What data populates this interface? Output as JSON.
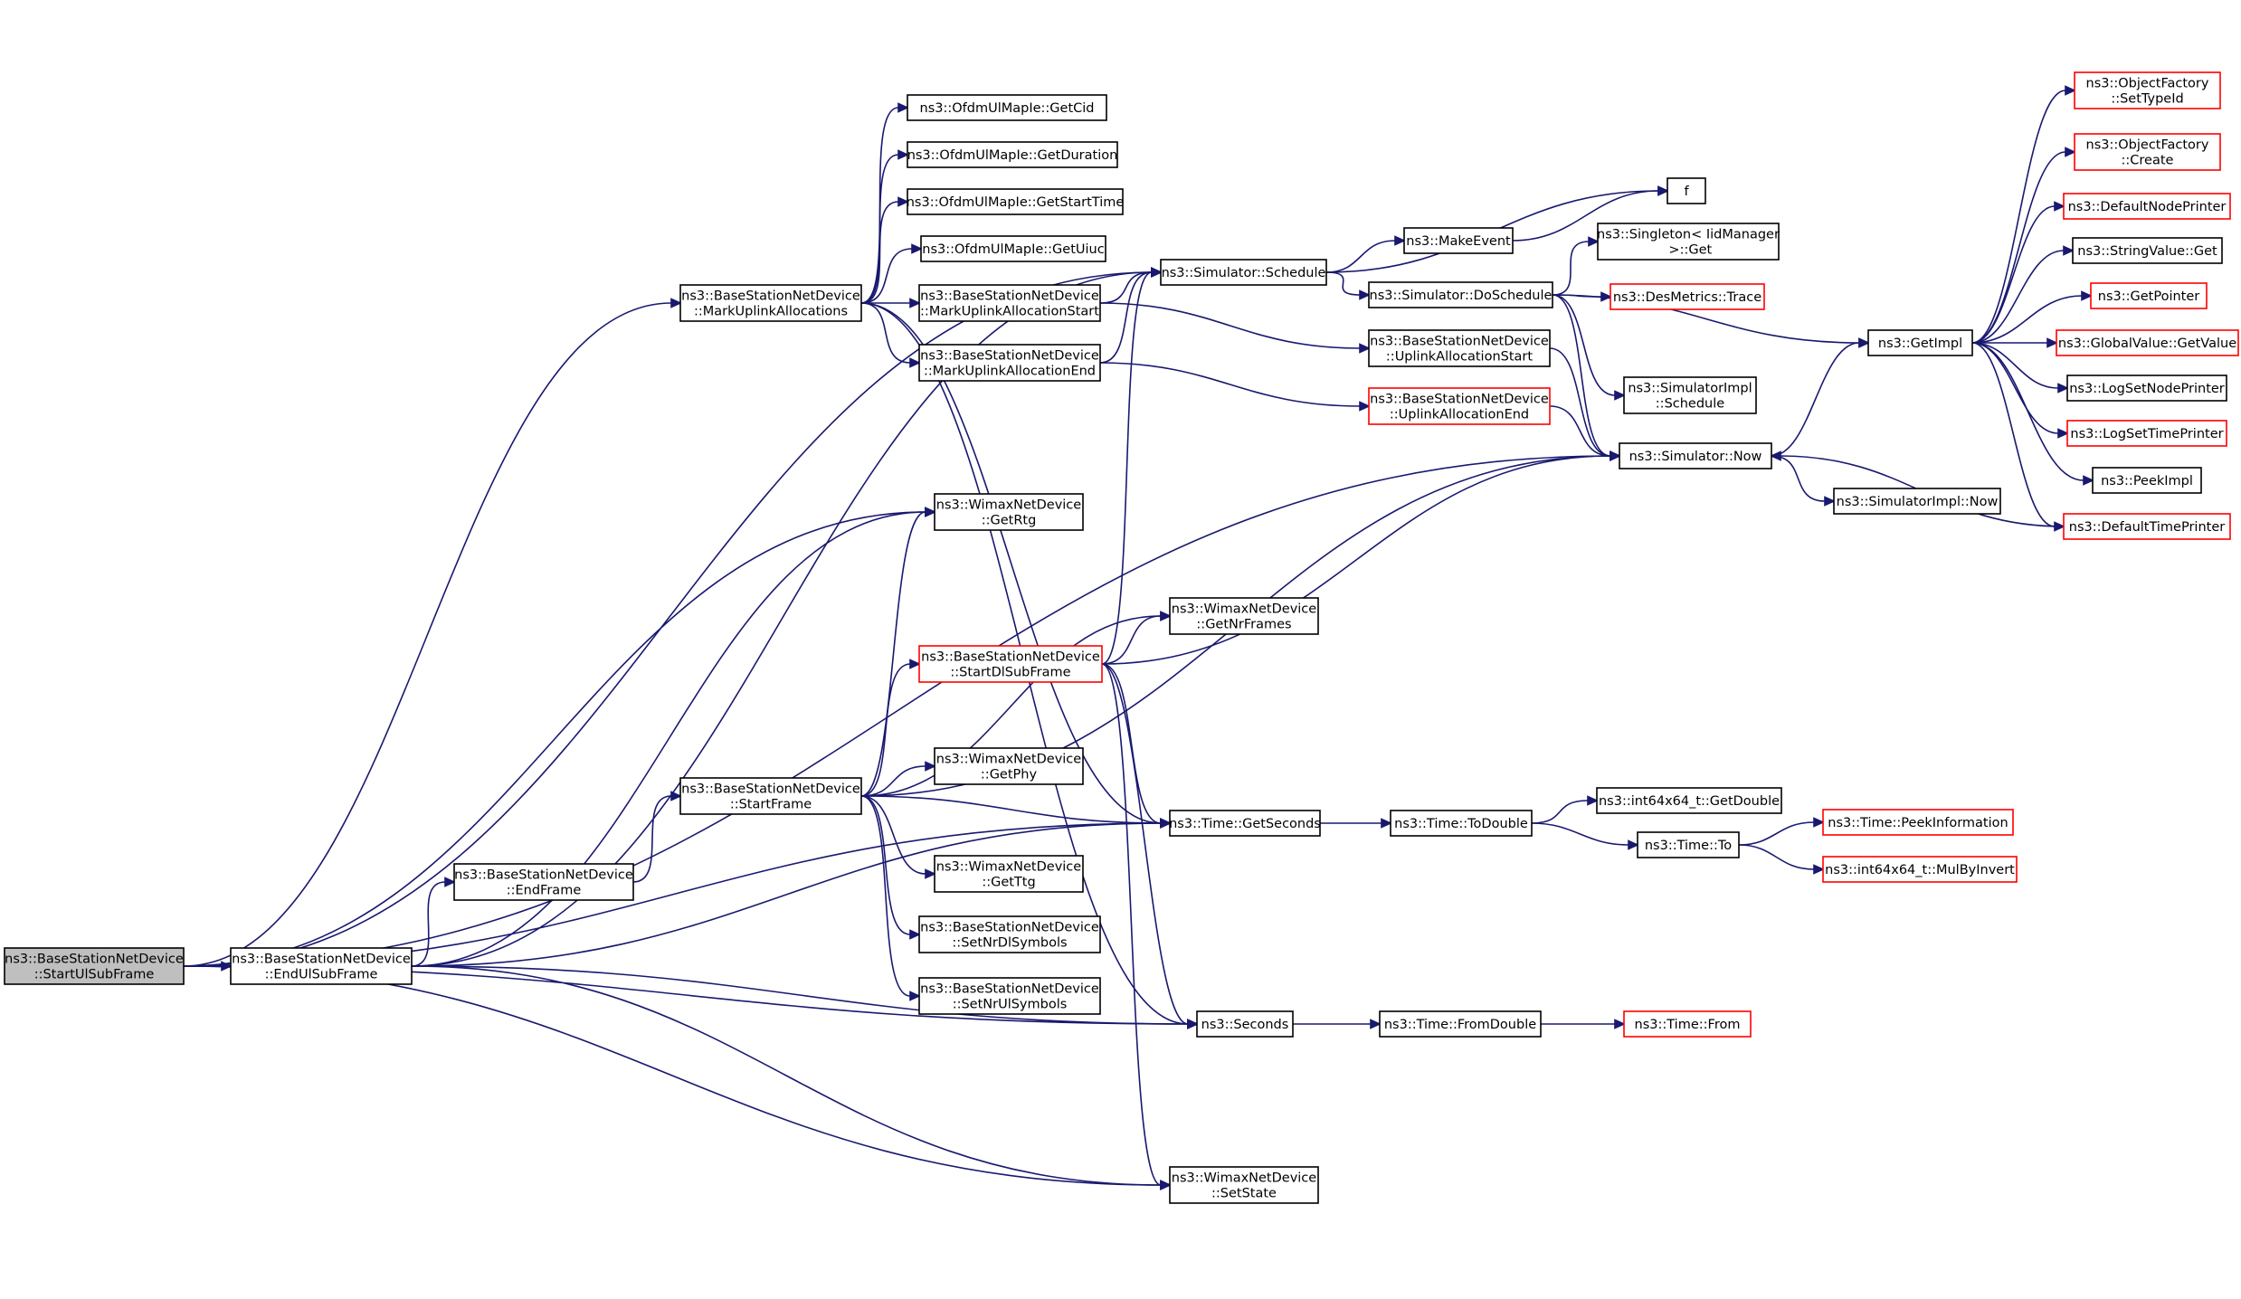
{
  "graph": {
    "edge_color": "#191970",
    "node_border": "#000000",
    "external_border": "#ff0000",
    "root_fill": "#bfbfbf",
    "nodes": [
      {
        "id": "StartUlSubFrame",
        "lines": [
          "ns3::BaseStationNetDevice",
          "::StartUlSubFrame"
        ],
        "root": true
      },
      {
        "id": "EndUlSubFrame",
        "lines": [
          "ns3::BaseStationNetDevice",
          "::EndUlSubFrame"
        ]
      },
      {
        "id": "MarkUplinkAllocations",
        "lines": [
          "ns3::BaseStationNetDevice",
          "::MarkUplinkAllocations"
        ]
      },
      {
        "id": "EndFrame",
        "lines": [
          "ns3::BaseStationNetDevice",
          "::EndFrame"
        ]
      },
      {
        "id": "StartFrame",
        "lines": [
          "ns3::BaseStationNetDevice",
          "::StartFrame"
        ]
      },
      {
        "id": "GetCid",
        "lines": [
          "ns3::OfdmUlMapIe::GetCid"
        ]
      },
      {
        "id": "GetDuration",
        "lines": [
          "ns3::OfdmUlMapIe::GetDuration"
        ]
      },
      {
        "id": "GetStartTime",
        "lines": [
          "ns3::OfdmUlMapIe::GetStartTime"
        ]
      },
      {
        "id": "GetUiuc",
        "lines": [
          "ns3::OfdmUlMapIe::GetUiuc"
        ]
      },
      {
        "id": "MarkUplinkAllocationStart",
        "lines": [
          "ns3::BaseStationNetDevice",
          "::MarkUplinkAllocationStart"
        ]
      },
      {
        "id": "MarkUplinkAllocationEnd",
        "lines": [
          "ns3::BaseStationNetDevice",
          "::MarkUplinkAllocationEnd"
        ]
      },
      {
        "id": "GetRtg",
        "lines": [
          "ns3::WimaxNetDevice",
          "::GetRtg"
        ]
      },
      {
        "id": "StartDlSubFrame",
        "lines": [
          "ns3::BaseStationNetDevice",
          "::StartDlSubFrame"
        ],
        "external": true
      },
      {
        "id": "GetPhy",
        "lines": [
          "ns3::WimaxNetDevice",
          "::GetPhy"
        ]
      },
      {
        "id": "GetTtg",
        "lines": [
          "ns3::WimaxNetDevice",
          "::GetTtg"
        ]
      },
      {
        "id": "SetNrDlSymbols",
        "lines": [
          "ns3::BaseStationNetDevice",
          "::SetNrDlSymbols"
        ]
      },
      {
        "id": "SetNrUlSymbols",
        "lines": [
          "ns3::BaseStationNetDevice",
          "::SetNrUlSymbols"
        ]
      },
      {
        "id": "Schedule",
        "lines": [
          "ns3::Simulator::Schedule"
        ]
      },
      {
        "id": "GetNrFrames",
        "lines": [
          "ns3::WimaxNetDevice",
          "::GetNrFrames"
        ]
      },
      {
        "id": "GetSeconds",
        "lines": [
          "ns3::Time::GetSeconds"
        ]
      },
      {
        "id": "Seconds",
        "lines": [
          "ns3::Seconds"
        ]
      },
      {
        "id": "SetState",
        "lines": [
          "ns3::WimaxNetDevice",
          "::SetState"
        ]
      },
      {
        "id": "MakeEvent",
        "lines": [
          "ns3::MakeEvent"
        ]
      },
      {
        "id": "DoSchedule",
        "lines": [
          "ns3::Simulator::DoSchedule"
        ]
      },
      {
        "id": "UplinkAllocationStart",
        "lines": [
          "ns3::BaseStationNetDevice",
          "::UplinkAllocationStart"
        ]
      },
      {
        "id": "UplinkAllocationEnd",
        "lines": [
          "ns3::BaseStationNetDevice",
          "::UplinkAllocationEnd"
        ],
        "external": true
      },
      {
        "id": "ToDouble",
        "lines": [
          "ns3::Time::ToDouble"
        ]
      },
      {
        "id": "FromDouble",
        "lines": [
          "ns3::Time::FromDouble"
        ]
      },
      {
        "id": "f",
        "lines": [
          "f"
        ]
      },
      {
        "id": "SingletonGet",
        "lines": [
          "ns3::Singleton< IidManager",
          " >::Get"
        ]
      },
      {
        "id": "DesMetricsTrace",
        "lines": [
          "ns3::DesMetrics::Trace"
        ],
        "external": true
      },
      {
        "id": "SimulatorImplSchedule",
        "lines": [
          "ns3::SimulatorImpl",
          "::Schedule"
        ]
      },
      {
        "id": "Now",
        "lines": [
          "ns3::Simulator::Now"
        ]
      },
      {
        "id": "SimulatorImplNow",
        "lines": [
          "ns3::SimulatorImpl::Now"
        ]
      },
      {
        "id": "GetDouble",
        "lines": [
          "ns3::int64x64_t::GetDouble"
        ]
      },
      {
        "id": "TimeTo",
        "lines": [
          "ns3::Time::To"
        ]
      },
      {
        "id": "TimeFrom",
        "lines": [
          "ns3::Time::From"
        ],
        "external": true
      },
      {
        "id": "GetImpl",
        "lines": [
          "ns3::GetImpl"
        ]
      },
      {
        "id": "PeekInformation",
        "lines": [
          "ns3::Time::PeekInformation"
        ],
        "external": true
      },
      {
        "id": "MulByInvert",
        "lines": [
          "ns3::int64x64_t::MulByInvert"
        ],
        "external": true
      },
      {
        "id": "SetTypeId",
        "lines": [
          "ns3::ObjectFactory",
          "::SetTypeId"
        ],
        "external": true
      },
      {
        "id": "Create",
        "lines": [
          "ns3::ObjectFactory",
          "::Create"
        ],
        "external": true
      },
      {
        "id": "DefaultNodePrinter",
        "lines": [
          "ns3::DefaultNodePrinter"
        ],
        "external": true
      },
      {
        "id": "StringValueGet",
        "lines": [
          "ns3::StringValue::Get"
        ]
      },
      {
        "id": "GetPointer",
        "lines": [
          "ns3::GetPointer"
        ],
        "external": true
      },
      {
        "id": "GlobalValueGetValue",
        "lines": [
          "ns3::GlobalValue::GetValue"
        ],
        "external": true
      },
      {
        "id": "LogSetNodePrinter",
        "lines": [
          "ns3::LogSetNodePrinter"
        ]
      },
      {
        "id": "LogSetTimePrinter",
        "lines": [
          "ns3::LogSetTimePrinter"
        ],
        "external": true
      },
      {
        "id": "PeekImpl",
        "lines": [
          "ns3::PeekImpl"
        ]
      },
      {
        "id": "DefaultTimePrinter",
        "lines": [
          "ns3::DefaultTimePrinter"
        ],
        "external": true
      }
    ],
    "edges": [
      [
        "StartUlSubFrame",
        "EndUlSubFrame"
      ],
      [
        "StartUlSubFrame",
        "MarkUplinkAllocations"
      ],
      [
        "StartUlSubFrame",
        "Schedule"
      ],
      [
        "StartUlSubFrame",
        "Now"
      ],
      [
        "StartUlSubFrame",
        "GetRtg"
      ],
      [
        "StartUlSubFrame",
        "GetSeconds"
      ],
      [
        "StartUlSubFrame",
        "Seconds"
      ],
      [
        "StartUlSubFrame",
        "SetState"
      ],
      [
        "EndUlSubFrame",
        "EndFrame"
      ],
      [
        "EndUlSubFrame",
        "Schedule"
      ],
      [
        "EndUlSubFrame",
        "GetRtg"
      ],
      [
        "EndUlSubFrame",
        "GetSeconds"
      ],
      [
        "EndUlSubFrame",
        "Seconds"
      ],
      [
        "EndUlSubFrame",
        "SetState"
      ],
      [
        "EndFrame",
        "StartFrame"
      ],
      [
        "MarkUplinkAllocations",
        "GetCid"
      ],
      [
        "MarkUplinkAllocations",
        "GetDuration"
      ],
      [
        "MarkUplinkAllocations",
        "GetStartTime"
      ],
      [
        "MarkUplinkAllocations",
        "GetUiuc"
      ],
      [
        "MarkUplinkAllocations",
        "MarkUplinkAllocationStart"
      ],
      [
        "MarkUplinkAllocations",
        "MarkUplinkAllocationEnd"
      ],
      [
        "MarkUplinkAllocations",
        "GetSeconds"
      ],
      [
        "MarkUplinkAllocations",
        "Seconds"
      ],
      [
        "StartFrame",
        "GetRtg"
      ],
      [
        "StartFrame",
        "GetNrFrames"
      ],
      [
        "StartFrame",
        "StartDlSubFrame"
      ],
      [
        "StartFrame",
        "GetPhy"
      ],
      [
        "StartFrame",
        "GetSeconds"
      ],
      [
        "StartFrame",
        "GetTtg"
      ],
      [
        "StartFrame",
        "SetNrDlSymbols"
      ],
      [
        "StartFrame",
        "SetNrUlSymbols"
      ],
      [
        "StartFrame",
        "Now"
      ],
      [
        "StartDlSubFrame",
        "Schedule"
      ],
      [
        "StartDlSubFrame",
        "GetNrFrames"
      ],
      [
        "StartDlSubFrame",
        "Now"
      ],
      [
        "StartDlSubFrame",
        "GetSeconds"
      ],
      [
        "StartDlSubFrame",
        "Seconds"
      ],
      [
        "StartDlSubFrame",
        "SetState"
      ],
      [
        "MarkUplinkAllocationStart",
        "Schedule"
      ],
      [
        "MarkUplinkAllocationStart",
        "UplinkAllocationStart"
      ],
      [
        "MarkUplinkAllocationEnd",
        "Schedule"
      ],
      [
        "MarkUplinkAllocationEnd",
        "UplinkAllocationEnd"
      ],
      [
        "Schedule",
        "MakeEvent"
      ],
      [
        "Schedule",
        "f"
      ],
      [
        "Schedule",
        "DoSchedule"
      ],
      [
        "MakeEvent",
        "f"
      ],
      [
        "DoSchedule",
        "SingletonGet"
      ],
      [
        "DoSchedule",
        "DesMetricsTrace"
      ],
      [
        "DoSchedule",
        "GetImpl"
      ],
      [
        "DoSchedule",
        "SimulatorImplSchedule"
      ],
      [
        "DoSchedule",
        "Now"
      ],
      [
        "UplinkAllocationStart",
        "Now"
      ],
      [
        "UplinkAllocationEnd",
        "Now"
      ],
      [
        "Now",
        "GetImpl"
      ],
      [
        "Now",
        "SimulatorImplNow"
      ],
      [
        "GetSeconds",
        "ToDouble"
      ],
      [
        "ToDouble",
        "GetDouble"
      ],
      [
        "ToDouble",
        "TimeTo"
      ],
      [
        "TimeTo",
        "PeekInformation"
      ],
      [
        "TimeTo",
        "MulByInvert"
      ],
      [
        "Seconds",
        "FromDouble"
      ],
      [
        "FromDouble",
        "TimeFrom"
      ],
      [
        "GetImpl",
        "SetTypeId"
      ],
      [
        "GetImpl",
        "Create"
      ],
      [
        "GetImpl",
        "DefaultNodePrinter"
      ],
      [
        "GetImpl",
        "StringValueGet"
      ],
      [
        "GetImpl",
        "GetPointer"
      ],
      [
        "GetImpl",
        "GlobalValueGetValue"
      ],
      [
        "GetImpl",
        "LogSetNodePrinter"
      ],
      [
        "GetImpl",
        "LogSetTimePrinter"
      ],
      [
        "GetImpl",
        "PeekImpl"
      ],
      [
        "GetImpl",
        "DefaultTimePrinter"
      ],
      [
        "DefaultTimePrinter",
        "Now"
      ]
    ]
  }
}
